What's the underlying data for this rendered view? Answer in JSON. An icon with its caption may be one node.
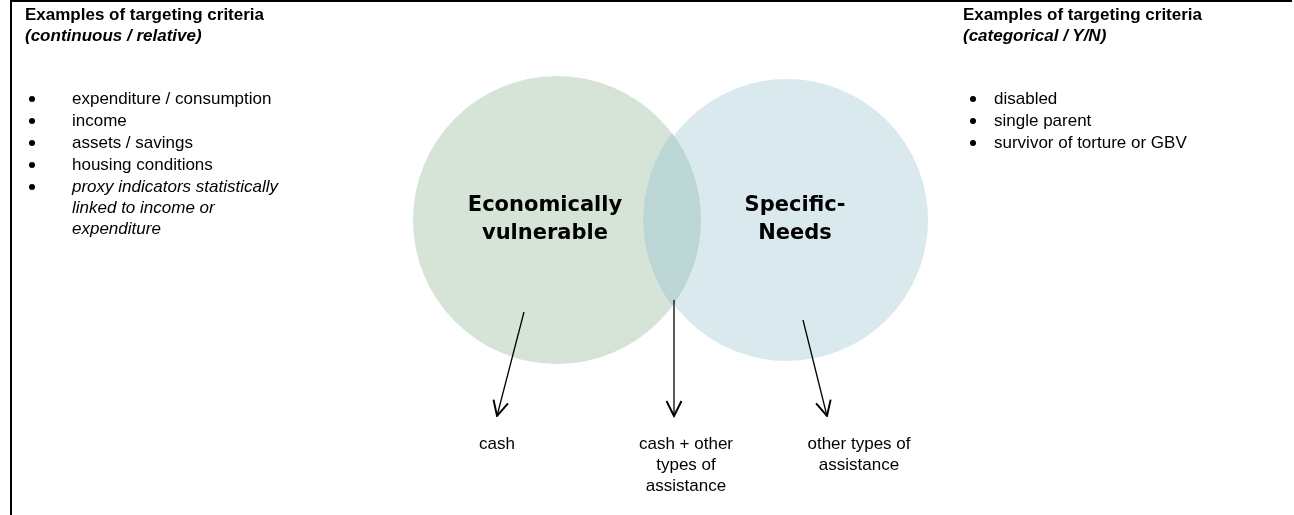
{
  "diagram": {
    "nodes": [
      {
        "text": [
          "Economically vulnerable"
        ]
      },
      {
        "text": [],
        "shape": "lens"
      },
      {
        "text": [
          "Specific-Needs"
        ]
      },
      {
        "text": [
          "cash"
        ]
      },
      {
        "text": [
          "cash + other types of assistance"
        ]
      },
      {
        "text": [
          "other types of assistance"
        ]
      }
    ],
    "edges": [
      {
        "from": 0,
        "to": 3,
        "arrow": "to"
      },
      {
        "from": 1,
        "to": 4,
        "arrow": "to"
      },
      {
        "from": 2,
        "to": 5,
        "arrow": "to"
      }
    ],
    "labels": [
      "Examples of targeting criteria",
      "(continuous / relative)",
      "expenditure / consumption",
      "income",
      "assets / savings",
      "housing conditions",
      "proxy indicators statistically linked to income or expenditure",
      "Examples of targeting criteria",
      "(categorical / Y/N)",
      "disabled",
      "single parent",
      "survivor of torture or GBV"
    ]
  }
}
